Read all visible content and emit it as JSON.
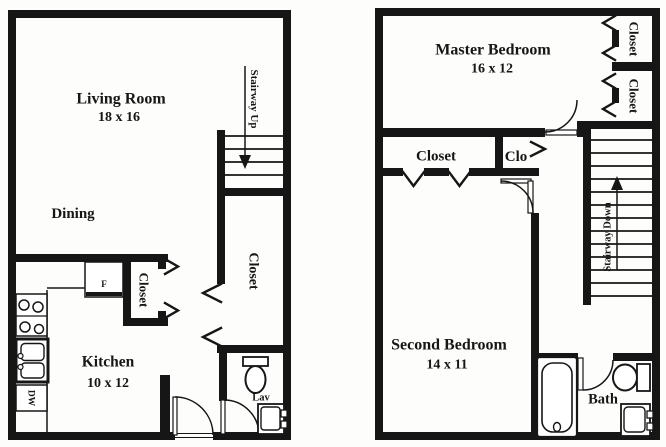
{
  "document": {
    "type": "apartment floor plan, two levels",
    "ink_color": "#161616",
    "paper_color": "#fdfdfc"
  },
  "first_floor": {
    "living_room_label": "Living Room",
    "living_room_dims": "18 x 16",
    "dining_label": "Dining",
    "kitchen_label": "Kitchen",
    "kitchen_dims": "10 x 12",
    "kitchen_closet_label": "Closet",
    "hall_closet_label": "Closet",
    "stairway_label": "Stairway Up",
    "lav_label": "Lav",
    "dishwasher_label": "DW",
    "refrigerator_label": "F"
  },
  "second_floor": {
    "master_bedroom_label": "Master Bedroom",
    "master_bedroom_dims": "16 x 12",
    "second_bedroom_label": "Second Bedroom",
    "second_bedroom_dims": "14 x 11",
    "upper_right_closet_label": "Closet",
    "lower_right_closet_label": "Closet",
    "master_closet_label": "Closet",
    "hall_closet_label": "Clo",
    "stairway_label": "Stairway Down",
    "bath_label": "Bath"
  }
}
